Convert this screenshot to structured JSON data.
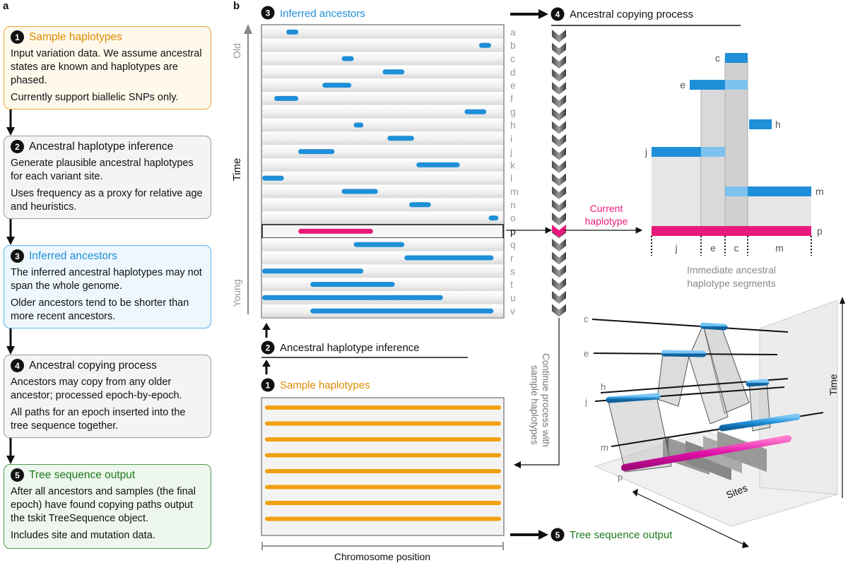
{
  "panel_a_label": "a",
  "panel_b_label": "b",
  "steps": [
    {
      "num": "1",
      "title": "Sample haplotypes",
      "color": "#e08a00",
      "border": "#e8a92e",
      "fill": "#fff9ec",
      "paragraphs": [
        "Input variation data. We assume ancestral states are known and haplotypes are phased.",
        "Currently support biallelic SNPs only."
      ]
    },
    {
      "num": "2",
      "title": "Ancestral haplotype inference",
      "color": "#111111",
      "border": "#9a9a9a",
      "fill": "#f4f4f4",
      "paragraphs": [
        "Generate plausible ancestral haplotypes for each variant site.",
        "Uses frequency as a proxy for relative age and heuristics."
      ]
    },
    {
      "num": "3",
      "title": "Inferred ancestors",
      "color": "#1e8fd8",
      "border": "#5db6ea",
      "fill": "#eef7fd",
      "paragraphs": [
        "The inferred ancestral haplotypes may not span the whole genome.",
        "Older ancestors tend to be shorter than more recent ancestors."
      ]
    },
    {
      "num": "4",
      "title": "Ancestral copying process",
      "color": "#111111",
      "border": "#9a9a9a",
      "fill": "#f4f4f4",
      "paragraphs": [
        "Ancestors may copy from any older ancestor; processed epoch-by-epoch.",
        "All paths for an epoch inserted into the tree sequence together."
      ]
    },
    {
      "num": "5",
      "title": "Tree sequence output",
      "color": "#1e7a1e",
      "border": "#4e9a4e",
      "fill": "#eef7ee",
      "paragraphs": [
        "After all ancestors and samples (the final epoch) have found copying paths output the tskit TreeSequence object.",
        "Includes site and mutation data."
      ]
    }
  ],
  "panel_b": {
    "inferred_title": "Inferred ancestors",
    "inferred_num": "3",
    "axis_old": "Old",
    "axis_young": "Young",
    "axis_time": "Time",
    "ancestor_labels": [
      "a",
      "b",
      "c",
      "d",
      "e",
      "f",
      "g",
      "h",
      "i",
      "j",
      "k",
      "l",
      "m",
      "n",
      "o",
      "p",
      "q",
      "r",
      "s",
      "t",
      "u",
      "v"
    ],
    "ancestor_segments": [
      [
        0.1,
        0.15
      ],
      [
        0.9,
        0.95
      ],
      [
        0.33,
        0.38
      ],
      [
        0.5,
        0.59
      ],
      [
        0.25,
        0.37
      ],
      [
        0.05,
        0.15
      ],
      [
        0.84,
        0.93
      ],
      [
        0.38,
        0.42
      ],
      [
        0.52,
        0.63
      ],
      [
        0.15,
        0.3
      ],
      [
        0.64,
        0.82
      ],
      [
        0.0,
        0.09
      ],
      [
        0.33,
        0.48
      ],
      [
        0.61,
        0.7
      ],
      [
        0.94,
        0.98
      ],
      [
        0.15,
        0.46
      ],
      [
        0.38,
        0.59
      ],
      [
        0.59,
        0.96
      ],
      [
        0.0,
        0.42
      ],
      [
        0.2,
        0.55
      ],
      [
        0.0,
        0.75
      ],
      [
        0.2,
        0.96
      ]
    ],
    "highlight_row": "p",
    "inference_num": "2",
    "inference_title": "Ancestral haplotype inference",
    "sample_num": "1",
    "sample_title": "Sample haplotypes",
    "sample_rows": 8,
    "chromosome_label": "Chromosome position",
    "copying_num": "4",
    "copying_title": "Ancestral copying process",
    "current_haplotype": [
      "Current",
      "haplotype"
    ],
    "continue_text": [
      "Continue process with",
      "sample haplotypes"
    ],
    "output_num": "5",
    "output_title": "Tree sequence output",
    "segment_labels": [
      "j",
      "e",
      "c",
      "m"
    ],
    "segment_caption": [
      "Immediate ancestral",
      "haplotype segments"
    ],
    "copy_labels": {
      "c": "c",
      "e": "e",
      "h": "h",
      "j": "j",
      "m": "m",
      "p": "p"
    },
    "three_d_labels": [
      "c",
      "e",
      "h",
      "j",
      "m",
      "p"
    ],
    "sites_label": "Sites",
    "time_label": "Time"
  },
  "colors": {
    "blue": "#1e8fd8",
    "pink": "#e8197a",
    "orange": "#f0a010",
    "green": "#1e7a1e",
    "gray": "#888888"
  }
}
